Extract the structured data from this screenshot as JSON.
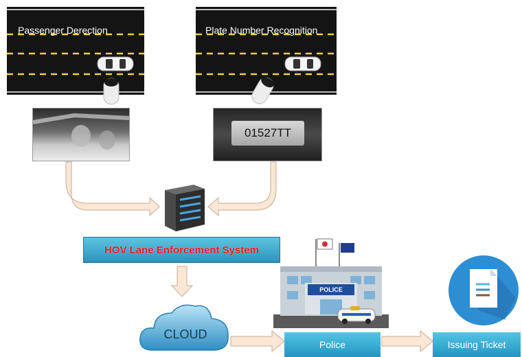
{
  "cameras": {
    "passenger": {
      "label": "Passenger Derection"
    },
    "plate": {
      "label": "Plate Number Recognition",
      "plate_text": "01527TT"
    }
  },
  "system": {
    "label": "HOV Lane Enforcement System"
  },
  "cloud": {
    "label": "CLOUD"
  },
  "police": {
    "sign": "POLICE",
    "box_label": "Police"
  },
  "ticket": {
    "label": "Issuing Ticket"
  },
  "colors": {
    "box_blue": "#2a94bd",
    "arrow_fill": "#fbe7d6",
    "arrow_stroke": "#c9aa92",
    "title_red": "#e8141b",
    "ticket_circle": "#2e8ed3"
  }
}
